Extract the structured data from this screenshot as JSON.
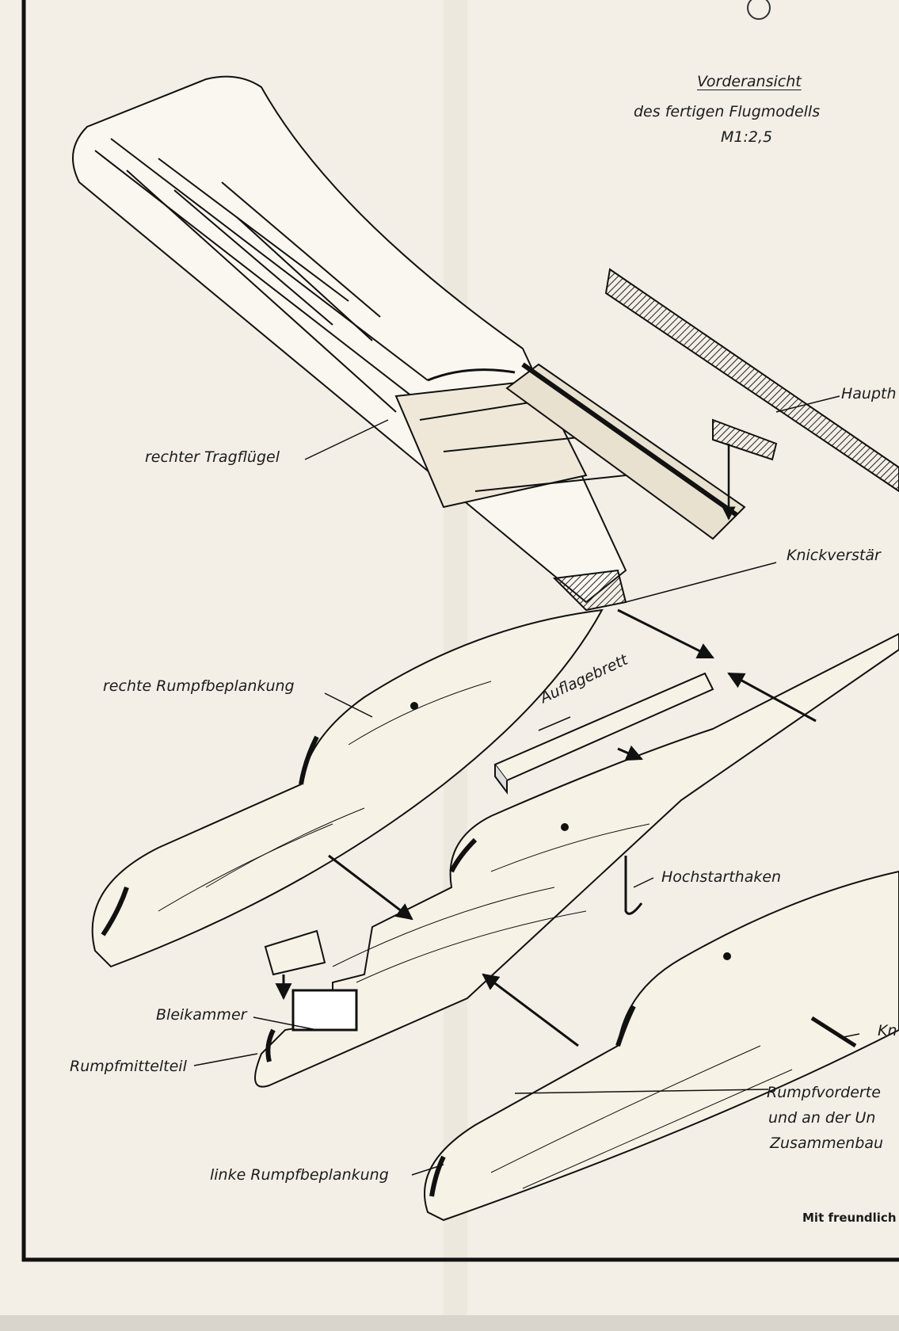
{
  "title": {
    "line1": "Vorderansicht",
    "line2": "des fertigen Flugmodells",
    "line3": "M1:2,5"
  },
  "labels": {
    "right_wing": "rechter Tragflügel",
    "main_spar": "Haupth",
    "kink_reinforcement": "Knickverstär",
    "right_planking": "rechte Rumpfbeplankung",
    "support_board": "Auflagebrett",
    "tow_hook": "Hochstarthaken",
    "lead_chamber": "Bleikammer",
    "center_fuselage": "Rumpfmittelteil",
    "kn": "Kn",
    "front_fuselage_1": "Rumpfvorderte",
    "front_fuselage_2": "und an der Un",
    "front_fuselage_3": "Zusammenbau",
    "left_planking": "linke Rumpfbeplankung",
    "footer": "Mit freundlich"
  }
}
